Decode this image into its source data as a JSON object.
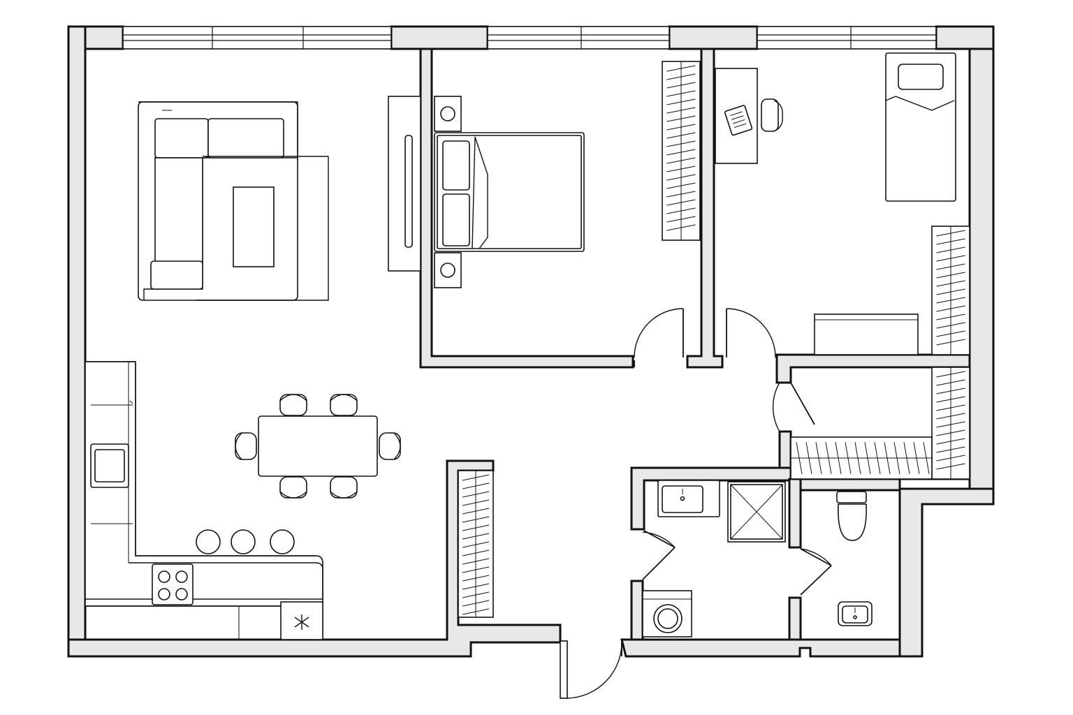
{
  "plan": {
    "title": "",
    "caption": "",
    "colors": {
      "wall_fill": "#e8e8e8",
      "line": "#111111",
      "floor": "#ffffff"
    },
    "rooms": [
      {
        "id": "living-kitchen",
        "label": ""
      },
      {
        "id": "master-bedroom",
        "label": ""
      },
      {
        "id": "kids-bedroom",
        "label": ""
      },
      {
        "id": "closet",
        "label": ""
      },
      {
        "id": "bathroom",
        "label": ""
      },
      {
        "id": "toilet",
        "label": ""
      },
      {
        "id": "hallway",
        "label": ""
      }
    ],
    "furniture_icons": [
      "sofa-icon",
      "rug-icon",
      "coffee-table-icon",
      "tv-unit-icon",
      "double-bed-icon",
      "nightstand-lamp-icon",
      "wardrobe-icon",
      "desk-icon",
      "office-chair-icon",
      "laptop-icon",
      "single-bed-icon",
      "dresser-icon",
      "dining-table-icon",
      "dining-chair-icon",
      "bar-stool-icon",
      "kitchen-counter-icon",
      "kitchen-sink-icon",
      "cooktop-icon",
      "fridge-icon",
      "bathroom-sink-icon",
      "shower-icon",
      "washing-machine-icon",
      "toilet-icon",
      "door-icon",
      "window-icon"
    ]
  }
}
